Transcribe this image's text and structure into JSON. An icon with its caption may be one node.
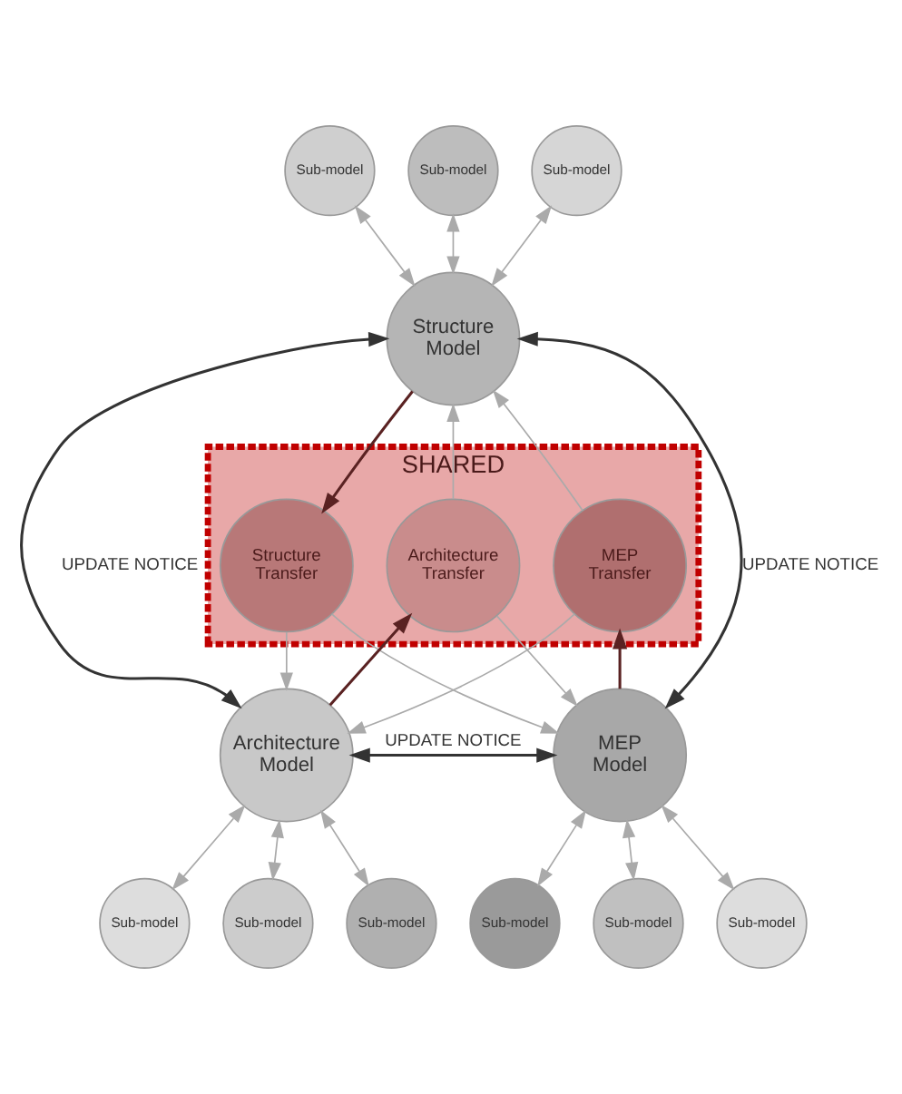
{
  "diagram": {
    "nodes": [
      {
        "text": [
          "Sub-model"
        ]
      },
      {
        "text": [
          "Sub-model"
        ]
      },
      {
        "text": [
          "Sub-model"
        ]
      },
      {
        "text": [
          "Structure Model"
        ]
      },
      {
        "text": [
          "SHARED"
        ]
      },
      {
        "text": [
          "Structure Transfer"
        ],
        "in": 4
      },
      {
        "text": [
          "Architecture Transfer"
        ],
        "in": 4
      },
      {
        "text": [
          "MEP Transfer"
        ],
        "in": 4
      },
      {
        "text": [
          "Architecture Model"
        ]
      },
      {
        "text": [
          "MEP Model"
        ]
      },
      {
        "text": [
          "Sub-model"
        ]
      },
      {
        "text": [
          "Sub-model"
        ]
      },
      {
        "text": [
          "Sub-model"
        ]
      },
      {
        "text": [
          "Sub-model"
        ]
      },
      {
        "text": [
          "Sub-model"
        ]
      },
      {
        "text": [
          "Sub-model"
        ]
      }
    ],
    "edges": [
      {
        "from": 0,
        "to": 3,
        "arrow": "both"
      },
      {
        "from": 1,
        "to": 3,
        "arrow": "both"
      },
      {
        "from": 2,
        "to": 3,
        "arrow": "both"
      },
      {
        "from": 3,
        "to": 8,
        "arrow": "both",
        "label": "UPDATE NOTICE",
        "color": "#333333"
      },
      {
        "from": 3,
        "to": 9,
        "arrow": "both",
        "label": "UPDATE NOTICE",
        "color": "#333333"
      },
      {
        "from": 3,
        "to": 5,
        "arrow": "to",
        "color": "#5a2222"
      },
      {
        "from": 8,
        "to": 6,
        "arrow": "to",
        "color": "#5a2222"
      },
      {
        "from": 9,
        "to": 7,
        "arrow": "to",
        "color": "#5a2222"
      },
      {
        "from": 5,
        "to": 8,
        "arrow": "to"
      },
      {
        "from": 5,
        "to": 9,
        "arrow": "to"
      },
      {
        "from": 6,
        "to": 3,
        "arrow": "to"
      },
      {
        "from": 6,
        "to": 9,
        "arrow": "to"
      },
      {
        "from": 7,
        "to": 3,
        "arrow": "to"
      },
      {
        "from": 7,
        "to": 8,
        "arrow": "to"
      },
      {
        "from": 8,
        "to": 9,
        "arrow": "both",
        "label": "UPDATE NOTICE",
        "color": "#333333"
      },
      {
        "from": 10,
        "to": 8,
        "arrow": "both"
      },
      {
        "from": 11,
        "to": 8,
        "arrow": "both"
      },
      {
        "from": 12,
        "to": 8,
        "arrow": "both"
      },
      {
        "from": 13,
        "to": 9,
        "arrow": "both"
      },
      {
        "from": 14,
        "to": 9,
        "arrow": "both"
      },
      {
        "from": 15,
        "to": 9,
        "arrow": "both"
      }
    ]
  }
}
